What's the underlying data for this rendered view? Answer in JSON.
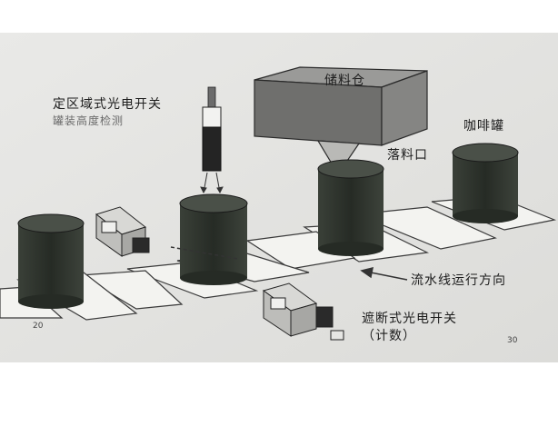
{
  "labels": {
    "zone_switch": "定区域式光电开关",
    "height_check": "罐装高度检测",
    "hopper": "储料仓",
    "outlet": "落料口",
    "coffee_can": "咖啡罐",
    "flow_direction": "流水线运行方向",
    "blocking_switch": "遮断式光电开关",
    "counting": "（计数）"
  },
  "page_numbers": {
    "left": "20",
    "right": "30"
  },
  "colors": {
    "background": "#e8e8e6",
    "can": "#2b3029",
    "plate": "#f2f2ef",
    "hopper": "#7d7d7d"
  }
}
